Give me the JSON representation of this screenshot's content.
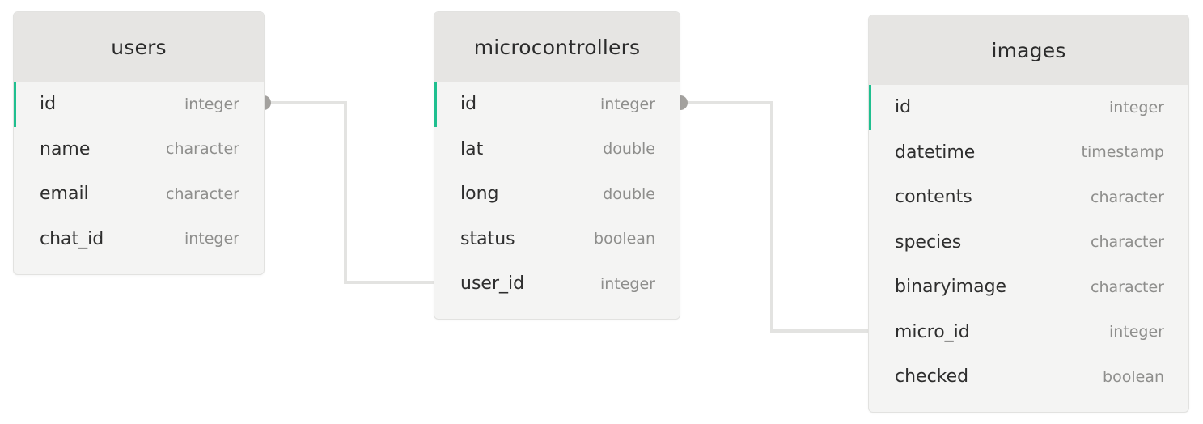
{
  "diagram": {
    "tables": [
      {
        "key": "users",
        "title": "users",
        "columns": [
          {
            "name": "id",
            "type": "integer",
            "primary": true
          },
          {
            "name": "name",
            "type": "character"
          },
          {
            "name": "email",
            "type": "character"
          },
          {
            "name": "chat_id",
            "type": "integer"
          }
        ]
      },
      {
        "key": "micro",
        "title": "microcontrollers",
        "columns": [
          {
            "name": "id",
            "type": "integer",
            "primary": true
          },
          {
            "name": "lat",
            "type": "double"
          },
          {
            "name": "long",
            "type": "double"
          },
          {
            "name": "status",
            "type": "boolean"
          },
          {
            "name": "user_id",
            "type": "integer"
          }
        ]
      },
      {
        "key": "images",
        "title": "images",
        "columns": [
          {
            "name": "id",
            "type": "integer",
            "primary": true
          },
          {
            "name": "datetime",
            "type": "timestamp"
          },
          {
            "name": "contents",
            "type": "character"
          },
          {
            "name": "species",
            "type": "character"
          },
          {
            "name": "binaryimage",
            "type": "character"
          },
          {
            "name": "micro_id",
            "type": "integer"
          },
          {
            "name": "checked",
            "type": "boolean"
          }
        ]
      }
    ],
    "relations": [
      {
        "from_table": "users",
        "from_column": "id",
        "to_table": "microcontrollers",
        "to_column": "user_id"
      },
      {
        "from_table": "microcontrollers",
        "from_column": "id",
        "to_table": "images",
        "to_column": "micro_id"
      }
    ],
    "colors": {
      "primary_key_marker": "#1fbf8f",
      "connector_line": "#e3e3e1",
      "connector_dot": "#a3a19e",
      "table_header_bg": "#e6e5e3",
      "table_body_bg": "#f4f4f3"
    }
  }
}
